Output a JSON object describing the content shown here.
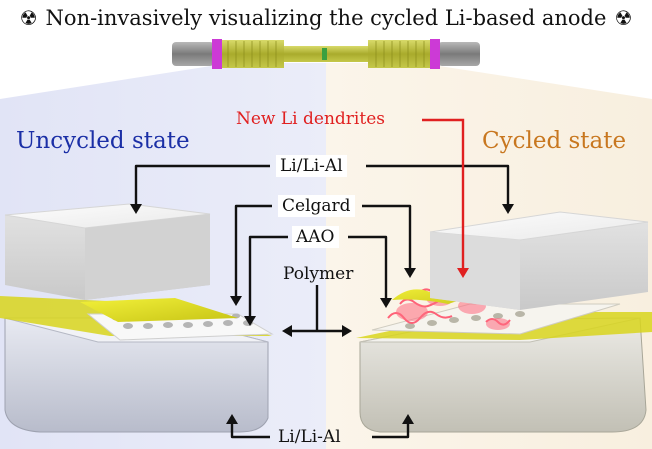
{
  "header": {
    "title": "Non-invasively visualizing the cycled Li-based anode",
    "radiation_symbol": "radiation-icon"
  },
  "states": {
    "left": {
      "label": "Uncycled state",
      "color": "#1b2fa6"
    },
    "right": {
      "label": "Cycled state",
      "color": "#c8771f"
    }
  },
  "labels": {
    "new_dendrites": {
      "text": "New Li dendrites",
      "color": "#e02020"
    },
    "li_top": "Li/Li-Al",
    "celgard": "Celgard",
    "aao": "AAO",
    "polymer": "Polymer",
    "li_bottom": "Li/Li-Al"
  },
  "colors": {
    "left_bg": "#e6e8f8",
    "right_bg": "#fbf3e6",
    "celgard_yellow": "#e8e619",
    "dendrite_pink": "#ff6b80",
    "cell_body": "#b9bb4a",
    "cell_end_magenta": "#cc3ad6"
  }
}
